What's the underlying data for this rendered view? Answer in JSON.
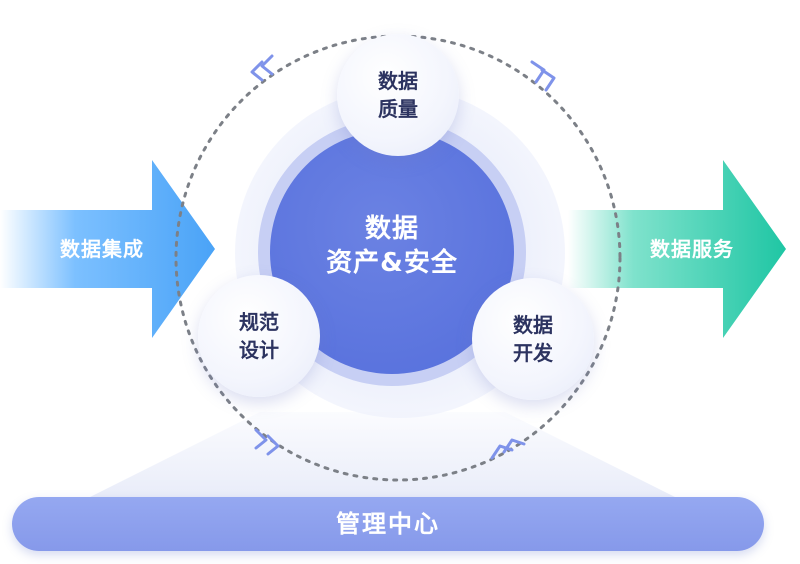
{
  "left_arrow": {
    "label": "数据集成"
  },
  "right_arrow": {
    "label": "数据服务"
  },
  "core": {
    "line1": "数据",
    "line2": "资产&安全"
  },
  "nodes": {
    "quality": {
      "line1": "数据",
      "line2": "质量"
    },
    "design": {
      "line1": "规范",
      "line2": "设计"
    },
    "develop": {
      "line1": "数据",
      "line2": "开发"
    }
  },
  "base": {
    "label": "管理中心"
  },
  "colors": {
    "core": "#5b74de",
    "base_bar": "#8d9fee",
    "left_arrow": "#4aa3f7",
    "right_arrow": "#1fc6a4",
    "chevron": "#7f93ea",
    "dots": "#7c8087"
  }
}
